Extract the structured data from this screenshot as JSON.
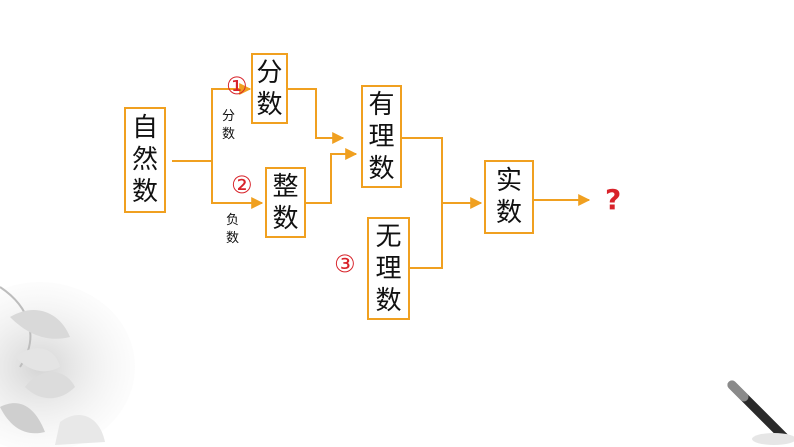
{
  "colors": {
    "line": "#f0a020",
    "marker": "#d8232a",
    "text": "#111111"
  },
  "nodes": {
    "natural": [
      "自",
      "然",
      "数"
    ],
    "fraction": [
      "分",
      "数"
    ],
    "integer": [
      "整",
      "数"
    ],
    "rational": [
      "有",
      "理",
      "数"
    ],
    "irrational": [
      "无",
      "理",
      "数"
    ],
    "real": [
      "实",
      "数"
    ]
  },
  "edge_labels": {
    "fraction": [
      "分",
      "数"
    ],
    "negative": [
      "负",
      "数"
    ]
  },
  "markers": [
    "①",
    "②",
    "③"
  ],
  "unknown": "?",
  "decorations": [
    "lotus-painting",
    "brush-pen"
  ]
}
